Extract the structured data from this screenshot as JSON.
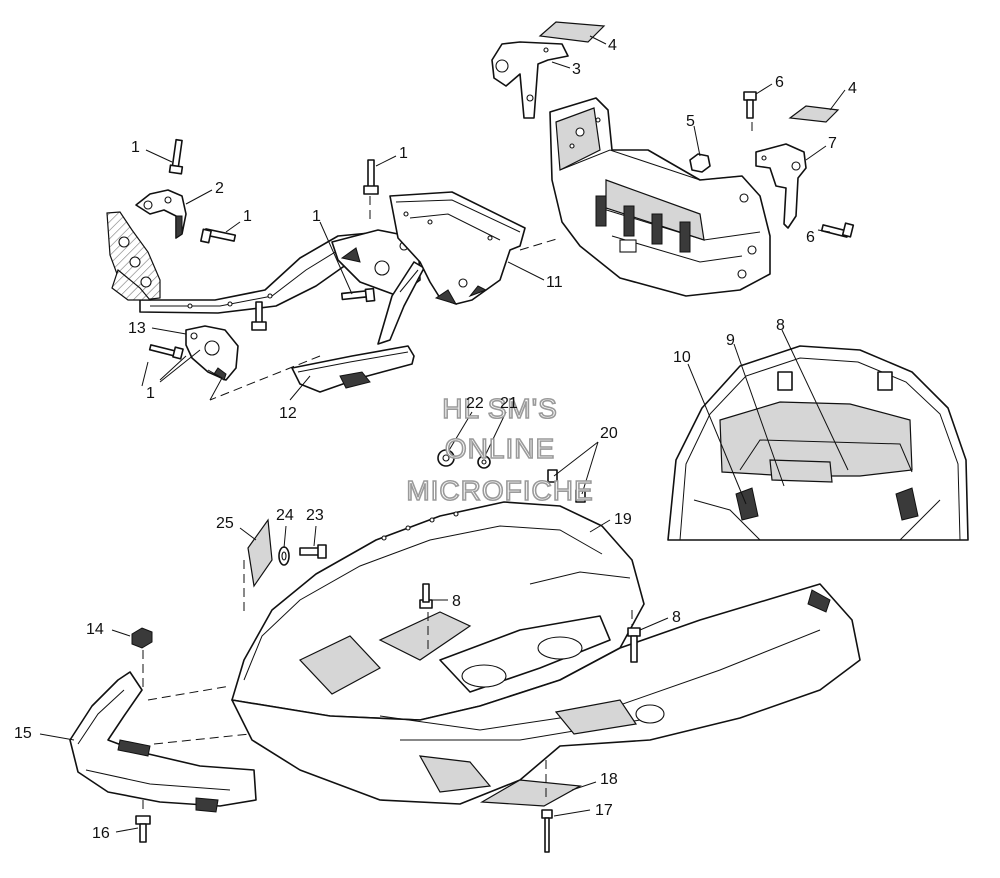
{
  "watermark": {
    "line1": "HL SM'S",
    "line2": "ONLINE",
    "line3": "MICROFICHE"
  },
  "callouts": {
    "c1a": "1",
    "c1b": "1",
    "c1c": "1",
    "c1d": "1",
    "c1e": "1",
    "c2": "2",
    "c3": "3",
    "c4a": "4",
    "c4b": "4",
    "c5": "5",
    "c6a": "6",
    "c6b": "6",
    "c7": "7",
    "c8a": "8",
    "c8b": "8",
    "c8c": "8",
    "c9": "9",
    "c10": "10",
    "c11": "11",
    "c12": "12",
    "c13": "13",
    "c14": "14",
    "c15": "15",
    "c16": "16",
    "c17": "17",
    "c18": "18",
    "c19": "19",
    "c20": "20",
    "c21": "21",
    "c22": "22",
    "c23": "23",
    "c24": "24",
    "c25": "25"
  }
}
